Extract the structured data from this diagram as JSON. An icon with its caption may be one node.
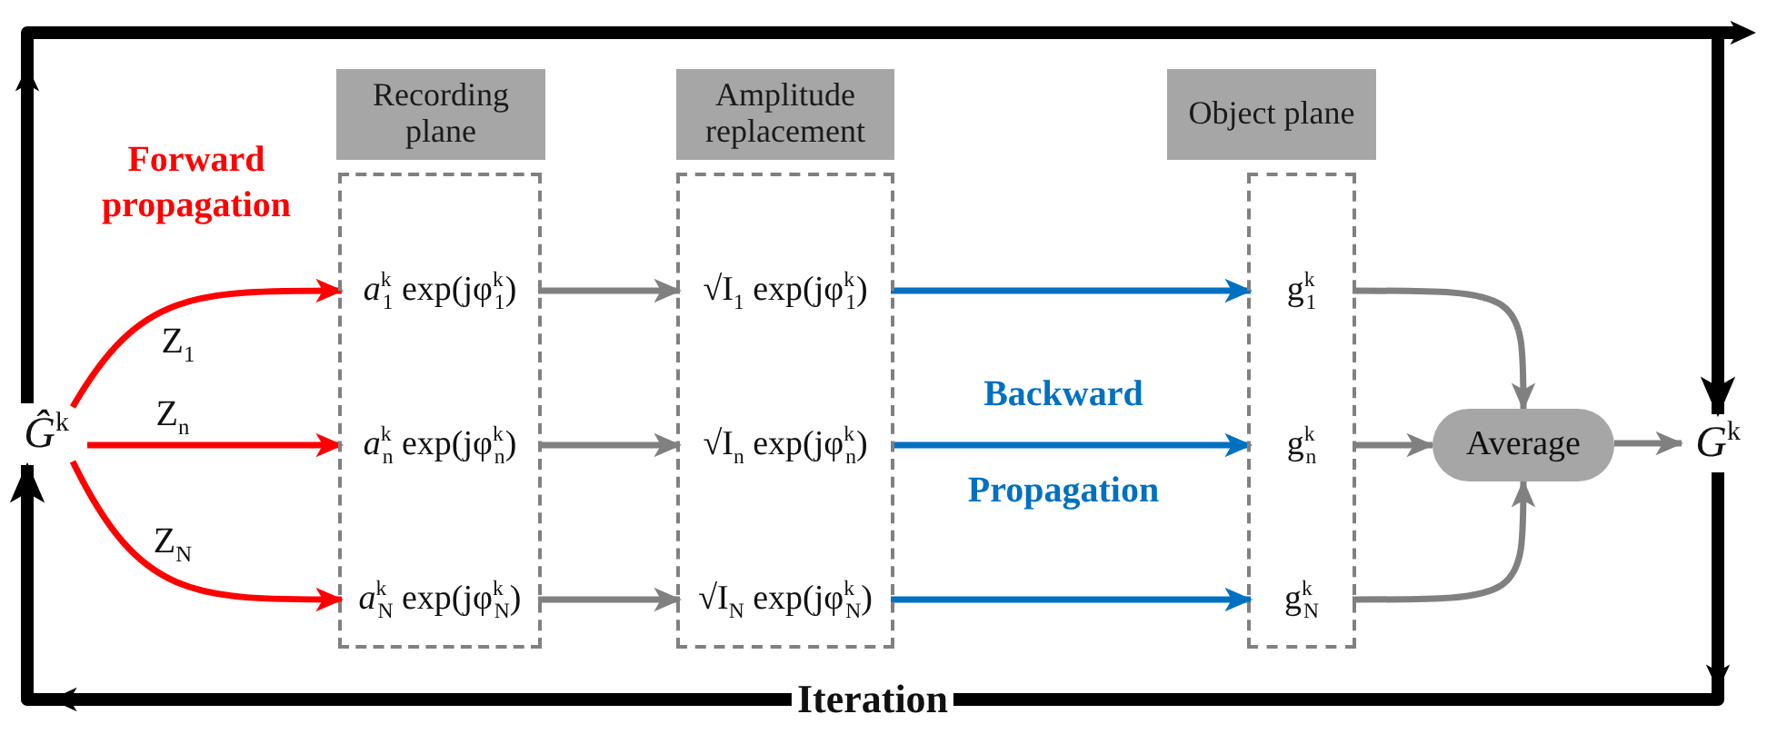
{
  "diagram": {
    "nodes": [
      {
        "text": [
          "*Ĝ*$^{k}$"
        ]
      },
      {
        "text": [
          "Recording plane"
        ]
      },
      {
        "text": [],
        "shape": "box"
      },
      {
        "text": [
          "*a*$^{k}$$_{1}$ exp(jφ$^{k}$$_{1}$)"
        ],
        "in": 2
      },
      {
        "text": [
          "*a*$^{k}$$_{n}$ exp(jφ$^{k}$$_{n}$)"
        ],
        "in": 2
      },
      {
        "text": [
          "*a*$^{k}$$_{N}$ exp(jφ$^{k}$$_{N}$)"
        ],
        "in": 2
      },
      {
        "text": [
          "Amplitude replacement"
        ]
      },
      {
        "text": [],
        "shape": "box"
      },
      {
        "text": [
          "√I$_{1}$ exp(jφ$^{k}$$_{1}$)"
        ],
        "in": 7
      },
      {
        "text": [
          "√I$_{n}$ exp(jφ$^{k}$$_{n}$)"
        ],
        "in": 7
      },
      {
        "text": [
          "√I$_{N}$ exp(jφ$^{k}$$_{N}$)"
        ],
        "in": 7
      },
      {
        "text": [
          "Object plane"
        ]
      },
      {
        "text": [],
        "shape": "box"
      },
      {
        "text": [
          "g$^{k}$$_{1}$"
        ],
        "in": 12
      },
      {
        "text": [
          "g$^{k}$$_{n}$"
        ],
        "in": 12
      },
      {
        "text": [
          "g$^{k}$$_{N}$"
        ],
        "in": 12
      },
      {
        "text": [
          "Average"
        ]
      },
      {
        "text": [
          "*G*$^{k}$"
        ]
      }
    ],
    "edges": [
      {
        "from": 0,
        "to": 3,
        "arrow": "to",
        "label": "Z$_{1}$",
        "color": "#ff0000"
      },
      {
        "from": 0,
        "to": 4,
        "arrow": "to",
        "label": "Z$_{n}$",
        "color": "#ff0000"
      },
      {
        "from": 0,
        "to": 5,
        "arrow": "to",
        "label": "Z$_{N}$",
        "color": "#ff0000"
      },
      {
        "from": 3,
        "to": 8,
        "arrow": "to"
      },
      {
        "from": 4,
        "to": 9,
        "arrow": "to"
      },
      {
        "from": 5,
        "to": 10,
        "arrow": "to"
      },
      {
        "from": 8,
        "to": 13,
        "arrow": "to",
        "color": "#0070c0"
      },
      {
        "from": 9,
        "to": 14,
        "arrow": "to",
        "color": "#0070c0"
      },
      {
        "from": 10,
        "to": 15,
        "arrow": "to",
        "color": "#0070c0"
      },
      {
        "from": 13,
        "to": 16,
        "arrow": "to"
      },
      {
        "from": 14,
        "to": 16,
        "arrow": "to"
      },
      {
        "from": 15,
        "to": 16,
        "arrow": "to"
      },
      {
        "from": 16,
        "to": 17,
        "arrow": "to"
      },
      {
        "from": 0,
        "to": 17,
        "arrow": "to",
        "style": "thick",
        "color": "#000000"
      },
      {
        "from": 17,
        "to": 0,
        "arrow": "to",
        "style": "thick",
        "color": "#000000",
        "label": "Iteration"
      }
    ],
    "labels": [
      "Forward propagation",
      "Backward",
      "Propagation"
    ]
  }
}
